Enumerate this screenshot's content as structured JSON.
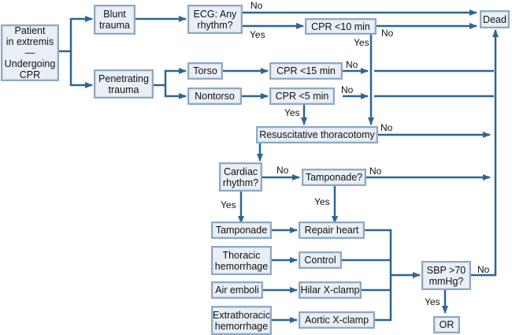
{
  "colors": {
    "line": "#2f6592",
    "box_fill": "#e9eff6",
    "box_border": "#8fa8c4"
  },
  "nodes": {
    "start": "Patient\nin extremis\n—\nUndergoing\nCPR",
    "blunt": "Blunt\ntrauma",
    "penetrating": "Penetrating\ntrauma",
    "ecg": "ECG: Any\nrhythm?",
    "cpr10": "CPR <10 min",
    "dead": "Dead",
    "torso": "Torso",
    "nontorso": "Nontorso",
    "cpr15": "CPR <15 min",
    "cpr5": "CPR <5 min",
    "thoracotomy": "Resuscitative thoracotomy",
    "cardiac": "Cardiac\nrhythm?",
    "tamponade_q": "Tamponade?",
    "tamponade": "Tamponade",
    "repair": "Repair heart",
    "thoracic_hem": "Thoracic\nhemorrhage",
    "control": "Control",
    "air": "Air emboli",
    "hilar": "Hilar X-clamp",
    "extra_hem": "Extrathoracic\nhemorrhage",
    "aortic": "Aortic X-clamp",
    "sbp": "SBP >70\nmmHg?",
    "or": "OR"
  },
  "labels": {
    "ecg_no": "No",
    "ecg_yes": "Yes",
    "cpr10_no": "No",
    "cpr10_yes": "Yes",
    "cpr15_no": "No",
    "cpr5_no": "No",
    "cpr5_yes": "Yes",
    "thor_no": "No",
    "cardiac_no": "No",
    "cardiac_yes": "Yes",
    "tamp_no": "No",
    "tamp_yes": "Yes",
    "sbp_no": "No",
    "sbp_yes": "Yes"
  }
}
